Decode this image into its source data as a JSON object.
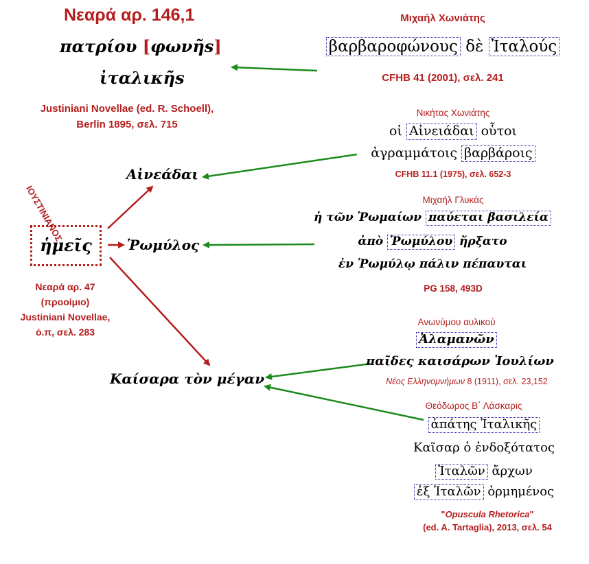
{
  "colors": {
    "red": "#b51d1d",
    "green": "#1a8a1a",
    "box_border": "#1e22a8"
  },
  "top_left": {
    "title": "Νεαρά αρ. 146,1",
    "line1": "πατρίου",
    "bracket_open": "[",
    "line1_boxed": "φωνῆs",
    "bracket_close": "]",
    "line2": "ἰταλικῆs",
    "cite_line1": "Justiniani Novellae (ed. R. Schoell),",
    "cite_line2": "Berlin 1895, σελ. 715"
  },
  "choniates_michael": {
    "author": "Μιχαήλ Χωνιάτης",
    "word1": "βαρβαροφώνους",
    "word2": "δὲ",
    "word3": "Ἰταλούς",
    "cite": "CFHB 41 (2001), σελ. 241"
  },
  "choniates_niketas": {
    "author": "Νικήτας Χωνιάτης",
    "l1_pre": "οἱ",
    "l1_boxed": "Αἰνειάδαι",
    "l1_post": "οὗτοι",
    "l2_pre": "ἀγραμμάτοις",
    "l2_boxed": "βαρβάροις",
    "cite": "CFHB 11.1 (1975), σελ. 652-3"
  },
  "glykas": {
    "author": "Μιχαήλ Γλυκάς",
    "l1_pre": "ἡ τῶν Ῥωμαίων",
    "l1_boxed": "παύεται βασιλεία",
    "l2_pre": "ἀπὸ",
    "l2_boxed": "Ῥωμύλου",
    "l2_post": "ἤρξατο",
    "l3": "ἐν Ῥωμύλῳ πάλιν πέπαυται",
    "cite": "PG 158, 493D"
  },
  "anonymous": {
    "author": "Ανωνύμου αυλικού",
    "l1_boxed": "Ἀλαμανῶν",
    "l2": "παῖδες καισάρων Ἰουλίων",
    "cite_ital": "Νέος Ελληνομνήμων",
    "cite_rest": "8 (1911), σελ. 23,152"
  },
  "laskaris": {
    "author": "Θεόδωρος Β΄ Λάσκαρις",
    "l1_boxed": "ἀπάτης Ἰταλικῆς",
    "l2": "Καῖσαρ ὁ ἐνδοξότατος",
    "l3_boxed": "Ἰταλῶν",
    "l3_post": "ἄρχων",
    "l4_boxed": "ἐξ Ἰταλῶν",
    "l4_post": "ὁρμημένος",
    "cite_q1": "\"",
    "cite_ital": "Opuscula Rhetorica",
    "cite_q2": "\"",
    "cite_line2": "(ed. A. Tartaglia), 2013, σελ. 54"
  },
  "justinian": {
    "vertical_label": "ΙΟΥΣΤΙΝΙΑΝΟΣ",
    "center_word": "ἡμεῖς",
    "novel": "Νεαρά αρ. 47",
    "prooimio": "(προοίμιο)",
    "cite1": "Justiniani Novellae,",
    "cite2": "ό.π, σελ. 283"
  },
  "targets": {
    "aineadai": "Αἰνεάδαι",
    "romylos": "Ῥωμύλος",
    "kaisara": "Καίσαρα τὸν μέγαν"
  }
}
